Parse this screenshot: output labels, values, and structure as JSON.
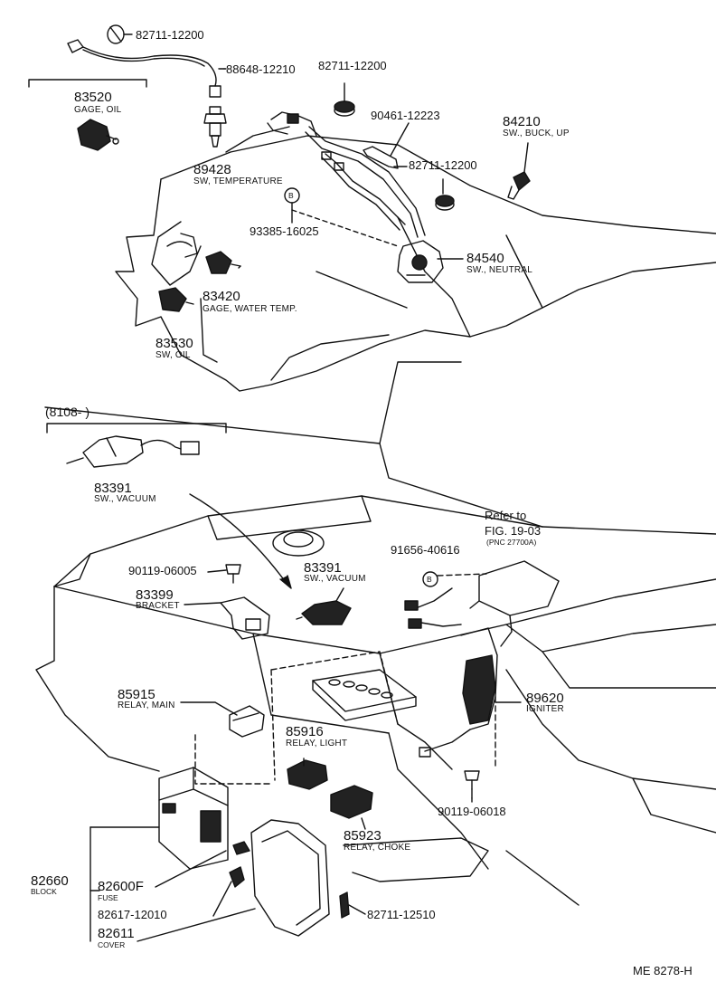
{
  "callouts": [
    {
      "id": "82711-12200-top",
      "part": "82711-12200"
    },
    {
      "id": "88648-12210",
      "part": "88648-12210"
    },
    {
      "id": "82711-12200-mid",
      "part": "82711-12200"
    },
    {
      "id": "83520",
      "part": "83520",
      "name": "GAGE, OIL"
    },
    {
      "id": "90461-12223",
      "part": "90461-12223"
    },
    {
      "id": "84210",
      "part": "84210",
      "name": "SW., BUCK, UP"
    },
    {
      "id": "82711-12200-right",
      "part": "82711-12200"
    },
    {
      "id": "89428",
      "part": "89428",
      "name": "SW, TEMPERATURE"
    },
    {
      "id": "93385-16025",
      "part": "93385-16025"
    },
    {
      "id": "84540",
      "part": "84540",
      "name": "SW., NEUTRAL"
    },
    {
      "id": "83420",
      "part": "83420",
      "name": "GAGE, WATER TEMP."
    },
    {
      "id": "83530",
      "part": "83530",
      "name": "SW, OIL"
    },
    {
      "id": "83391-top",
      "part": "83391",
      "name": "SW., VACUUM"
    },
    {
      "id": "83391-mid",
      "part": "83391",
      "name": "SW., VACUUM"
    },
    {
      "id": "91656-40616",
      "part": "91656-40616"
    },
    {
      "id": "90119-06005",
      "part": "90119-06005"
    },
    {
      "id": "83399",
      "part": "83399",
      "name": "BRACKET"
    },
    {
      "id": "85915",
      "part": "85915",
      "name": "RELAY, MAIN"
    },
    {
      "id": "89620",
      "part": "89620",
      "name": "IGNITER"
    },
    {
      "id": "85916",
      "part": "85916",
      "name": "RELAY, LIGHT"
    },
    {
      "id": "90119-06018",
      "part": "90119-06018"
    },
    {
      "id": "85923",
      "part": "85923",
      "name": "RELAY, CHOKE"
    },
    {
      "id": "82660",
      "part": "82660",
      "name": "BLOCK"
    },
    {
      "id": "82600F",
      "part": "82600F",
      "name": "FUSE"
    },
    {
      "id": "82617-12010",
      "part": "82617-12010"
    },
    {
      "id": "82711-12510",
      "part": "82711-12510"
    },
    {
      "id": "82611",
      "part": "82611",
      "name": "COVER"
    }
  ],
  "bracket_note": "(8108-    )",
  "refer": {
    "line1": "Refer to",
    "line2": "FIG. 19-03",
    "line3": "(PNC 27700A)"
  },
  "marker_b": "B",
  "figure_id": "ME 8278-H"
}
